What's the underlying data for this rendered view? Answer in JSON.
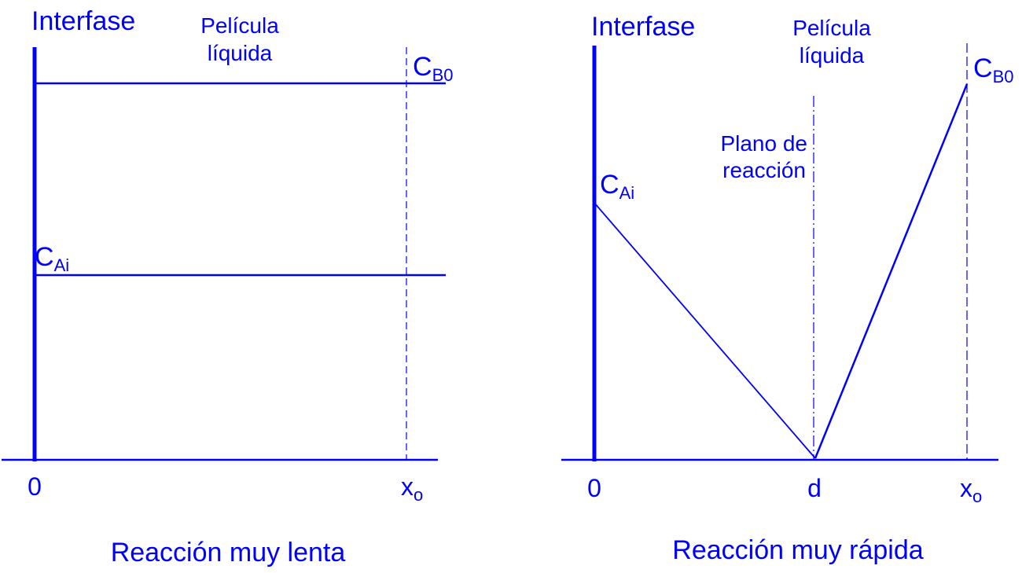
{
  "color": "#0000ff",
  "left": {
    "interface_label": "Interfase",
    "film_label_line1": "Película",
    "film_label_line2": "líquida",
    "cb0_main": "C",
    "cb0_sub": "B0",
    "cai_main": "C",
    "cai_sub": "Ai",
    "x_zero": "0",
    "x_end_main": "x",
    "x_end_sub": "o",
    "caption": "Reacción muy lenta"
  },
  "right": {
    "interface_label": "Interfase",
    "film_label_line1": "Película",
    "film_label_line2": "líquida",
    "plane_label_line1": "Plano de",
    "plane_label_line2": "reacción",
    "cb0_main": "C",
    "cb0_sub": "B0",
    "cai_main": "C",
    "cai_sub": "Ai",
    "x_zero": "0",
    "x_d": "d",
    "x_end_main": "x",
    "x_end_sub": "o",
    "caption": "Reacción muy rápida"
  }
}
